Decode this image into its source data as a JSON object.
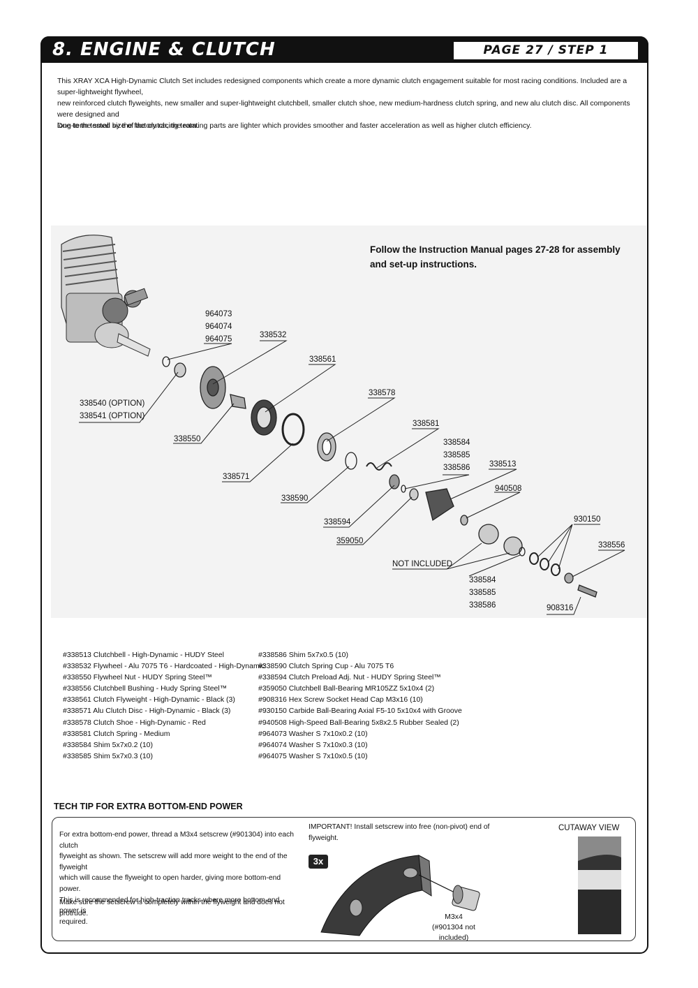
{
  "header": {
    "section_title": "8. ENGINE & CLUTCH",
    "page_step": "PAGE 27 / STEP 1"
  },
  "intro": {
    "paragraph1_line1": "This XRAY XCA High-Dynamic Clutch Set includes redesigned components which create a more dynamic clutch engagement suitable for most racing conditions. Included are a super-lightweight flywheel,",
    "paragraph1_line2": "new reinforced clutch flyweights, new smaller and super-lightweight clutchbell, smaller clutch shoe, new medium-hardness clutch spring, and new alu clutch disc. All components were designed and",
    "paragraph1_line3": "long-term tested by the factory racing team.",
    "paragraph2": "Due to the small size of the clutch, the rotating parts are lighter which provides smoother and faster acceleration as well as higher clutch efficiency."
  },
  "diagram": {
    "follow_line1": "Follow the Instruction Manual pages 27-28 for assembly",
    "follow_line2": "and set-up instructions.",
    "labels": {
      "washers": [
        "964073",
        "964074",
        "964075"
      ],
      "flywheel": "338532",
      "flyweight": "338561",
      "shoe": "338578",
      "spring": "338581",
      "shims_a": [
        "338584",
        "338585",
        "338586"
      ],
      "clutchbell": "338513",
      "bearing": "940508",
      "axial": "930150",
      "bushing": "338556",
      "options": [
        "338540 (OPTION)",
        "338541 (OPTION)"
      ],
      "nut": "338550",
      "disc": "338571",
      "cup": "338590",
      "preload": "338594",
      "cb_bearing": "359050",
      "not_included": "NOT INCLUDED",
      "shims_b": [
        "338584",
        "338585",
        "338586"
      ],
      "screw": "908316"
    }
  },
  "parts_list": {
    "left": [
      "#338513 Clutchbell - High-Dynamic - HUDY Steel",
      "#338532 Flywheel - Alu 7075 T6 - Hardcoated - High-Dynamic",
      "#338550 Flywheel Nut - HUDY Spring Steel™",
      "#338556 Clutchbell Bushing - Hudy Spring Steel™",
      "#338561 Clutch Flyweight - High-Dynamic - Black (3)",
      "#338571 Alu Clutch Disc - High-Dynamic - Black (3)",
      "#338578 Clutch Shoe - High-Dynamic - Red",
      "#338581 Clutch Spring - Medium",
      "#338584 Shim 5x7x0.2 (10)",
      "#338585 Shim 5x7x0.3 (10)"
    ],
    "right": [
      "#338586 Shim 5x7x0.5 (10)",
      "#338590 Clutch Spring Cup - Alu 7075 T6",
      "#338594 Clutch Preload Adj. Nut - HUDY Spring Steel™",
      "#359050 Clutchbell Ball-Bearing MR105ZZ 5x10x4 (2)",
      "#908316 Hex Screw Socket Head Cap M3x16 (10)",
      "#930150 Carbide Ball-Bearing Axial F5-10 5x10x4 with Groove",
      "#940508 High-Speed Ball-Bearing 5x8x2.5 Rubber Sealed (2)",
      "#964073 Washer S 7x10x0.2 (10)",
      "#964074 Washer S 7x10x0.3 (10)",
      "#964075 Washer S 7x10x0.5 (10)"
    ]
  },
  "tech_tip": {
    "heading": "TECH TIP FOR EXTRA BOTTOM-END POWER",
    "para1_lines": [
      "For extra bottom-end power, thread a M3x4 setscrew (#901304) into each clutch",
      "flyweight as shown. The setscrew will add more weight to the end of the flyweight",
      "which will cause the flyweight to open harder, giving more bottom-end power.",
      "This is recommended for high-traction tracks where more bottom-end power is",
      "required."
    ],
    "para2": "Make sure the setscrew is completely within the flyweight and does not protrude.",
    "important_lines": [
      "IMPORTANT!   Install setscrew into free (non-pivot) end of",
      "flyweight."
    ],
    "badge": "3x",
    "setscrew_label": "M3x4",
    "setscrew_note": "(#901304 not included)",
    "cutaway": "CUTAWAY VIEW"
  }
}
